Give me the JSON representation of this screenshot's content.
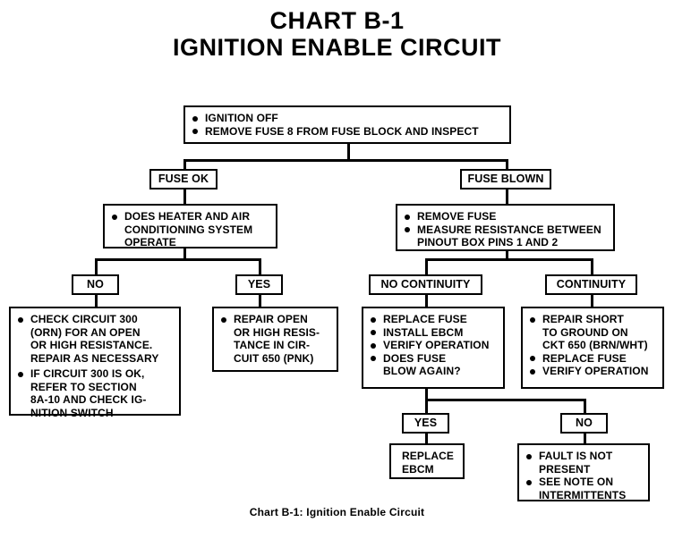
{
  "title": {
    "line1": "CHART B-1",
    "line2": "IGNITION ENABLE CIRCUIT"
  },
  "caption": "Chart B-1:  Ignition Enable Circuit",
  "colors": {
    "background": "#ffffff",
    "ink": "#000000",
    "box_border": "#000000"
  },
  "nodes": {
    "start": {
      "id": "start",
      "items": [
        "IGNITION OFF",
        "REMOVE FUSE 8 FROM FUSE BLOCK AND INSPECT"
      ]
    },
    "fuse_ok": {
      "id": "fuse-ok",
      "label": "FUSE OK"
    },
    "fuse_blown": {
      "id": "fuse-blown",
      "label": "FUSE BLOWN"
    },
    "hvac_check": {
      "id": "hvac-check",
      "items": [
        "DOES HEATER AND AIR\nCONDITIONING SYSTEM\nOPERATE"
      ]
    },
    "measure_resistance": {
      "id": "measure-resistance",
      "items": [
        "REMOVE FUSE",
        "MEASURE RESISTANCE BETWEEN\nPINOUT BOX PINS 1 AND 2"
      ]
    },
    "hvac_no": {
      "id": "hvac-no",
      "label": "NO"
    },
    "hvac_yes": {
      "id": "hvac-yes",
      "label": "YES"
    },
    "no_continuity": {
      "id": "no-continuity",
      "label": "NO CONTINUITY"
    },
    "continuity": {
      "id": "continuity",
      "label": "CONTINUITY"
    },
    "check_circuit_300": {
      "id": "check-circuit-300",
      "items": [
        "CHECK CIRCUIT 300\n(ORN) FOR AN OPEN\nOR HIGH RESISTANCE.\nREPAIR AS NECESSARY",
        "IF CIRCUIT 300 IS OK,\nREFER TO SECTION\n8A-10 AND CHECK IG-\nNITION SWITCH"
      ]
    },
    "repair_open_650": {
      "id": "repair-open-650",
      "items": [
        "REPAIR OPEN\nOR HIGH RESIS-\nTANCE IN CIR-\nCUIT 650 (PNK)"
      ]
    },
    "replace_fuse_ebcm": {
      "id": "replace-fuse-ebcm",
      "items": [
        "REPLACE FUSE",
        "INSTALL EBCM",
        "VERIFY OPERATION",
        "DOES  FUSE\nBLOW AGAIN?"
      ]
    },
    "repair_short_650": {
      "id": "repair-short-650",
      "items": [
        "REPAIR SHORT\nTO GROUND ON\nCKT 650 (BRN/WHT)",
        "REPLACE FUSE",
        "VERIFY OPERATION"
      ]
    },
    "blow_yes": {
      "id": "blow-yes",
      "label": "YES"
    },
    "blow_no": {
      "id": "blow-no",
      "label": "NO"
    },
    "replace_ebcm": {
      "id": "replace-ebcm",
      "items": [
        "REPLACE\nEBCM"
      ]
    },
    "fault_not_present": {
      "id": "fault-not-present",
      "items": [
        "FAULT IS NOT\nPRESENT",
        "SEE NOTE ON\nINTERMITTENTS"
      ]
    }
  }
}
